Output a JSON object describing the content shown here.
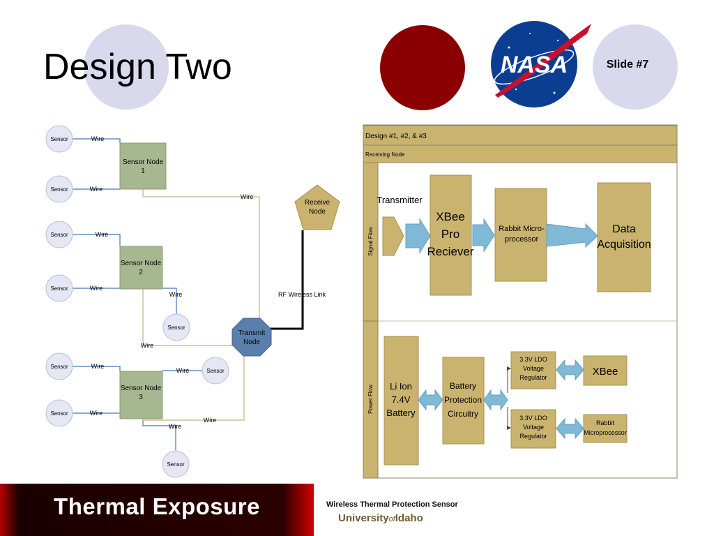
{
  "slide": {
    "title": "Design Two",
    "slide_number": "Slide #7",
    "colors": {
      "lavender": "#d9d9ee",
      "maroon": "#8a0000",
      "nasa_blue": "#0b3d91",
      "node_green": "#a7b890",
      "tan": "#c9b36e",
      "arrow_blue": "#7fb9d6"
    }
  },
  "network": {
    "sensor_label": "Sensor",
    "wire_label": "Wire",
    "node1": "Sensor Node 1",
    "node2": "Sensor Node 2",
    "node3": "Sensor Node 3",
    "transmit": "Transmit Node",
    "receive": "Receive Node",
    "rf_link": "RF Wireless Link"
  },
  "flow": {
    "header": "Design #1, #2, & #3",
    "subheader": "Receiving Node",
    "signal_lane": "Signal Flow",
    "power_lane": "Power Flow",
    "transmitter": "Transmitter",
    "xbee_receiver": [
      "XBee",
      "Pro",
      "Reciever"
    ],
    "rabbit_micro": [
      "Rabbit Micro-",
      "processor"
    ],
    "data_acq": [
      "Data",
      "Acquisition"
    ],
    "battery": [
      "Li Ion",
      "7.4V",
      "Battery"
    ],
    "battery_protection": [
      "Battery",
      "Protection",
      "Circuitry"
    ],
    "ldo": [
      "3.3V LDO",
      "Voltage",
      "Regulator"
    ],
    "xbee": "XBee",
    "rabbit_mp": [
      "Rabbit",
      "Microprocessor"
    ]
  },
  "footer": {
    "title": "Thermal Exposure",
    "subtitle": "Wireless Thermal Protection Sensor",
    "university_a": "University",
    "university_of": "of",
    "university_b": "Idaho"
  },
  "logo": {
    "text": "NASA"
  }
}
